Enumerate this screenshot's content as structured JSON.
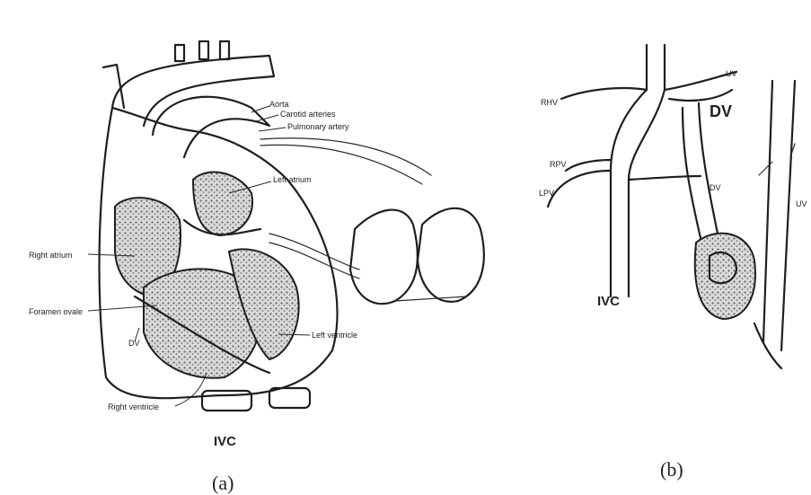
{
  "panel_a": {
    "labels": {
      "aorta": "Aorta",
      "carotid_arteries": "Carotid arteries",
      "pulmonary_artery": "Pulmonary artery",
      "left_atrium": "Left atrium",
      "right_atrium": "Right atrium",
      "foramen_ovale": "Foramen ovale",
      "ductus": "DV",
      "left_ventricle": "Left ventricle",
      "right_ventricle": "Right ventricle",
      "ivc": "IVC"
    },
    "caption": "(a)"
  },
  "panel_b": {
    "labels": {
      "ulv": "UV",
      "rhv": "RHV",
      "dv": "DV",
      "lpv": "LPV",
      "rpv": "RPV",
      "dv_small": "DV",
      "uv": "UV",
      "ivc": "IVC"
    },
    "caption": "(b)"
  }
}
